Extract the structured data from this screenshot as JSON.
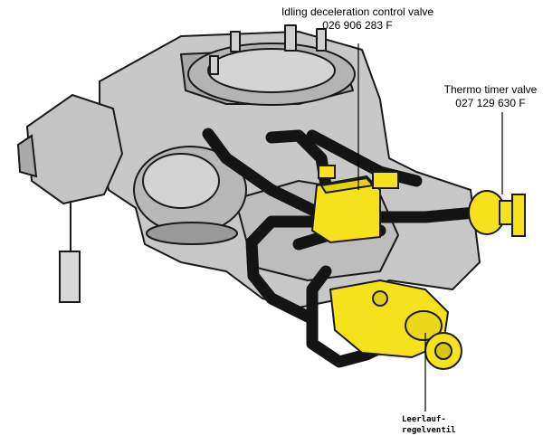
{
  "labels": {
    "idle_valve": {
      "name": "Idling deceleration control valve",
      "part_no": "026 906 283 F"
    },
    "thermo_valve": {
      "name": "Thermo timer valve",
      "part_no": "027 129 630 F"
    },
    "leerlauf": {
      "line1": "Leerlauf-",
      "line2": "regelventil"
    }
  },
  "colors": {
    "highlight": "#f5e21c",
    "body_gray": "#c8c8c8",
    "body_dark": "#9a9a9a",
    "hose": "#141414",
    "outline": "#1a1a1a"
  }
}
